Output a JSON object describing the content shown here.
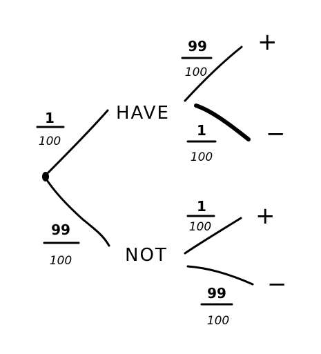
{
  "nodes": {
    "have": "HAVE",
    "not": "NOT"
  },
  "probabilities": {
    "root_have": {
      "numerator": "1",
      "denominator": "100"
    },
    "root_not": {
      "numerator": "99",
      "denominator": "100"
    },
    "have_plus": {
      "numerator": "99",
      "denominator": "100"
    },
    "have_minus": {
      "numerator": "1",
      "denominator": "100"
    },
    "not_plus": {
      "numerator": "1",
      "denominator": "100"
    },
    "not_minus": {
      "numerator": "99",
      "denominator": "100"
    }
  },
  "outcomes": {
    "have_plus": "+",
    "have_minus": "−",
    "not_plus": "+",
    "not_minus": "−"
  }
}
